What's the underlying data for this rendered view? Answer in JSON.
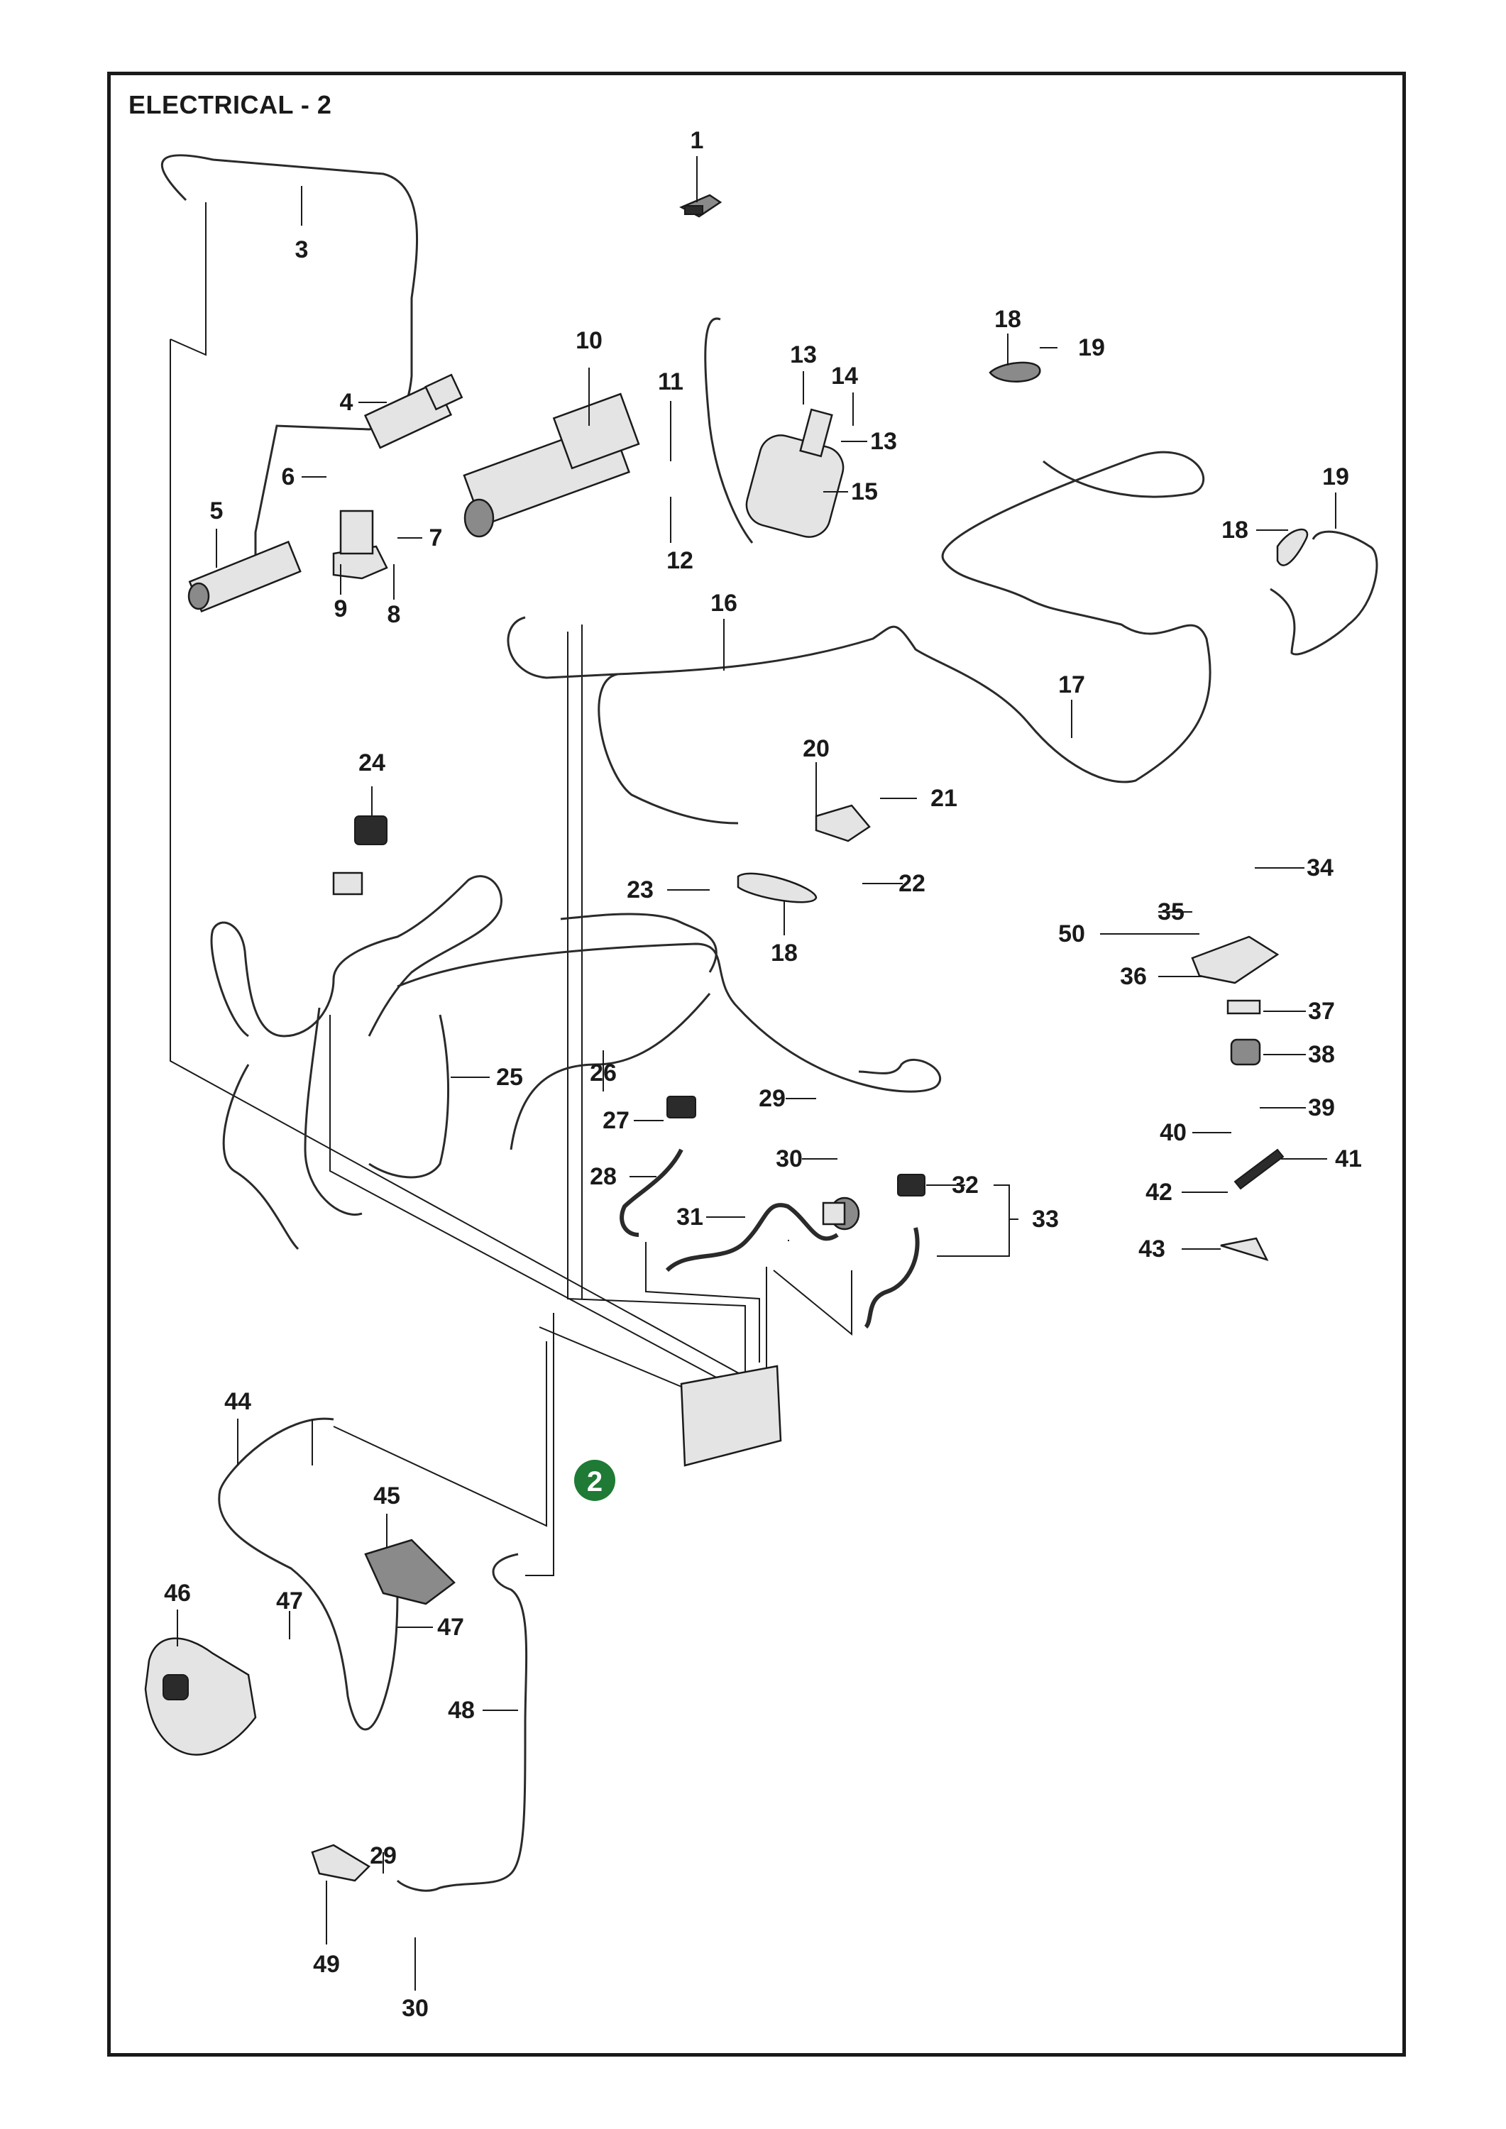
{
  "title": "ELECTRICAL - 2",
  "callouts": [
    "1",
    "2",
    "3",
    "4",
    "5",
    "6",
    "7",
    "8",
    "9",
    "10",
    "11",
    "12",
    "13",
    "13",
    "14",
    "15",
    "16",
    "17",
    "18",
    "18",
    "18",
    "19",
    "19",
    "20",
    "21",
    "22",
    "23",
    "24",
    "25",
    "26",
    "27",
    "28",
    "29",
    "29",
    "30",
    "30",
    "31",
    "32",
    "33",
    "34",
    "35",
    "36",
    "37",
    "38",
    "39",
    "40",
    "41",
    "42",
    "43",
    "44",
    "45",
    "46",
    "47",
    "47",
    "48",
    "49",
    "50"
  ],
  "highlight": {
    "label": "2",
    "color": "#1e7a34"
  },
  "colors": {
    "line": "#1a1a1a",
    "part_fill": "#e4e4e4",
    "part_dark": "#2b2b2b"
  }
}
